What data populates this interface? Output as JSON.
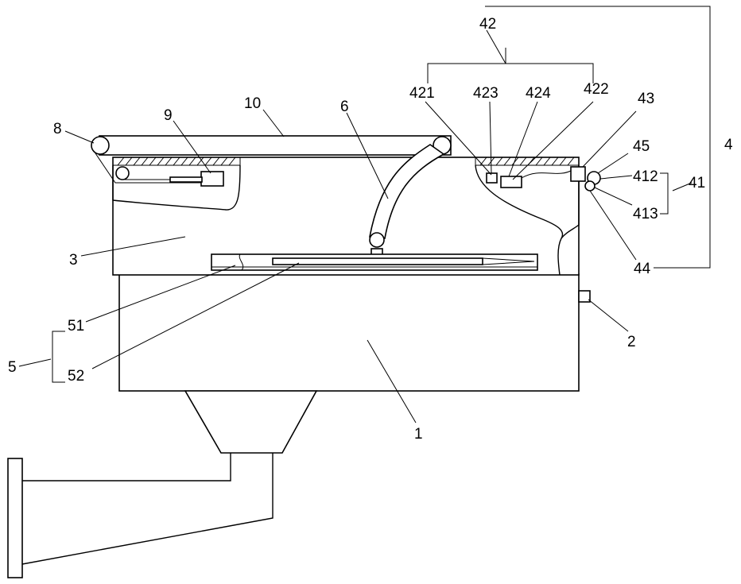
{
  "labels": {
    "l1": "1",
    "l2": "2",
    "l3": "3",
    "l4": "4",
    "l5": "5",
    "l6": "6",
    "l8": "8",
    "l9": "9",
    "l10": "10",
    "l41": "41",
    "l42": "42",
    "l43": "43",
    "l44": "44",
    "l45": "45",
    "l51": "51",
    "l52": "52",
    "l412": "412",
    "l413": "413",
    "l421": "421",
    "l422": "422",
    "l423": "423",
    "l424": "424"
  }
}
